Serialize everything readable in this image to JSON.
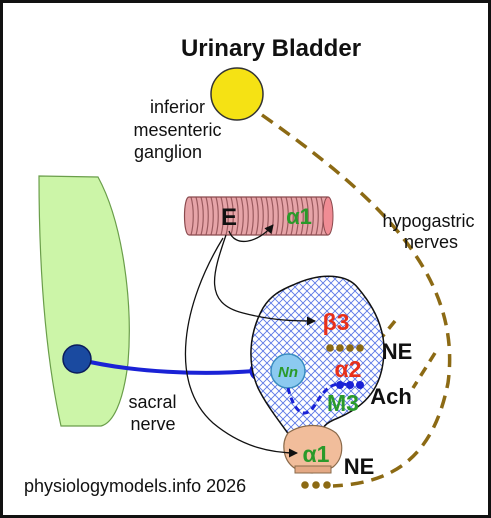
{
  "title": "Urinary Bladder",
  "ganglion_label": [
    "inferior",
    "mesenteric",
    "ganglion"
  ],
  "hypogastric_label": [
    "hypogastric",
    "nerves"
  ],
  "sacral_label": [
    "sacral",
    "nerve"
  ],
  "vessel": {
    "epinephrine": "E",
    "receptor": "α1"
  },
  "bladder": {
    "beta3": "β3",
    "alpha2": "α2",
    "m3": "M3",
    "nicotinic": "Nn",
    "alpha1_neck": "α1",
    "ne_upper": "NE",
    "ach": "Ach",
    "ne_lower": "NE"
  },
  "footer": "physiologymodels.info 2026",
  "colors": {
    "ganglion": "#f5e214",
    "spinal_cord": "#ccf5a8",
    "sacral_nerve": "#1a22d6",
    "hypogastric_nerve": "#8c6a14",
    "vessel": "#e6a4a8",
    "bladder_grid": "#5c78e6",
    "bladder_neck": "#f1bd9b",
    "receptor_red": "#e8301a",
    "receptor_green": "#2a9a2a",
    "nn_circle": "#8ccaf0"
  }
}
